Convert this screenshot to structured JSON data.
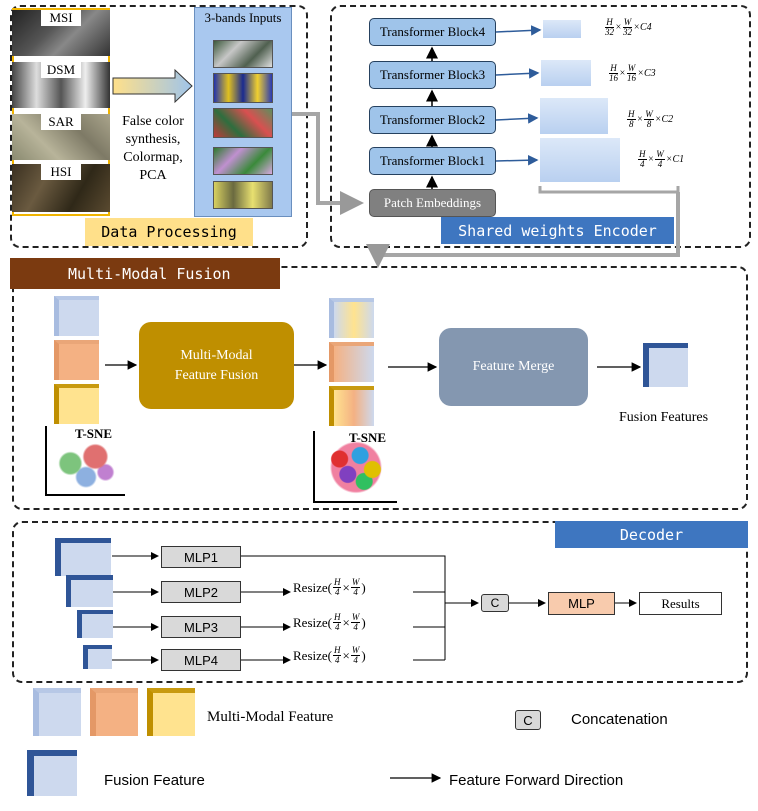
{
  "data_processing": {
    "sources": [
      "MSI",
      "DSM",
      "SAR",
      "HSI"
    ],
    "inputs_title": "3-bands Inputs",
    "method_text": [
      "False color",
      "synthesis,",
      "Colormap,",
      "PCA"
    ],
    "label": "Data Processing"
  },
  "encoder": {
    "blocks": [
      "Transformer Block4",
      "Transformer Block3",
      "Transformer Block2",
      "Transformer Block1"
    ],
    "patch_label": "Patch Embeddings",
    "label": "Shared weights Encoder",
    "dims": [
      {
        "num1": "H",
        "den1": "32",
        "num2": "W",
        "den2": "32",
        "c": "C4"
      },
      {
        "num1": "H",
        "den1": "16",
        "num2": "W",
        "den2": "16",
        "c": "C3"
      },
      {
        "num1": "H",
        "den1": "8",
        "num2": "W",
        "den2": "8",
        "c": "C2"
      },
      {
        "num1": "H",
        "den1": "4",
        "num2": "W",
        "den2": "4",
        "c": "C1"
      }
    ]
  },
  "fusion": {
    "label": "Multi-Modal Fusion",
    "module_text": [
      "Multi-Modal",
      "Feature Fusion"
    ],
    "merge_text": "Feature Merge",
    "output_label": "Fusion Features",
    "tsne_label_left": "T-SNE",
    "tsne_label_right": "T-SNE"
  },
  "decoder": {
    "label": "Decoder",
    "mlps": [
      "MLP1",
      "MLP2",
      "MLP3",
      "MLP4"
    ],
    "resize_prefix": "Resize(",
    "resize_suffix": ")",
    "resize_frac1": {
      "num": "H",
      "den": "4"
    },
    "resize_frac2": {
      "num": "W",
      "den": "4"
    },
    "concat_symbol": "C",
    "mlp_label": "MLP",
    "results_label": "Results"
  },
  "legend": {
    "multimodal_feature": "Multi-Modal Feature",
    "concatenation": "Concatenation",
    "concat_symbol": "C",
    "fusion_feature": "Fusion Feature",
    "forward_direction": "Feature Forward Direction"
  },
  "colors": {
    "blue_block": "#9fc4ea",
    "fusion_bar": "#7b3a10",
    "encoder_bar": "#3e76c0",
    "decoder_bar": "#3e76c0",
    "data_label_bg": "#ffe08a",
    "fusion_module": "#bf8f00",
    "merge_module": "#8497b0",
    "cube_blue": "#cdd9ee",
    "cube_salmon": "#f4b183",
    "cube_yellow": "#ffe38f",
    "mlp_salmon": "#f8cbad"
  }
}
